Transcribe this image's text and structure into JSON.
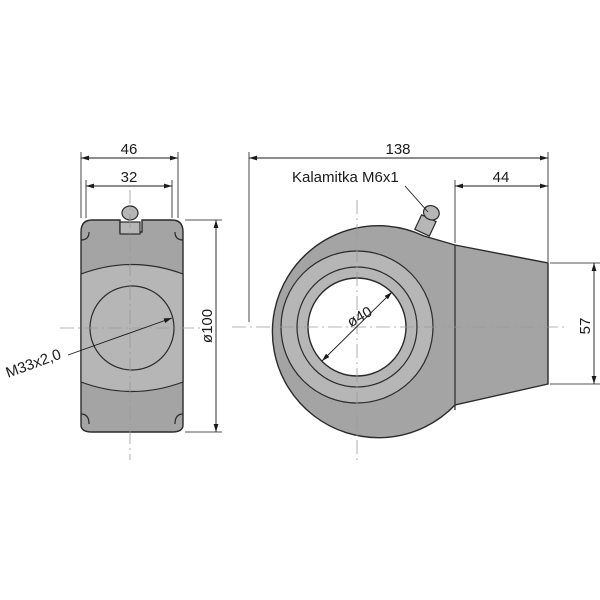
{
  "dimensions": {
    "side_width": "46",
    "side_inner_width": "32",
    "side_thread": "M33x2,0",
    "side_diameter": "ø100",
    "front_length": "138",
    "grease_nipple": "Kalamitka M6x1",
    "front_tail_length": "44",
    "bore_diameter": "ø40",
    "tail_height": "57"
  },
  "colors": {
    "body": "#a4a4a4",
    "outline": "#2a2a2a",
    "centerline": "#9a9a9a"
  }
}
